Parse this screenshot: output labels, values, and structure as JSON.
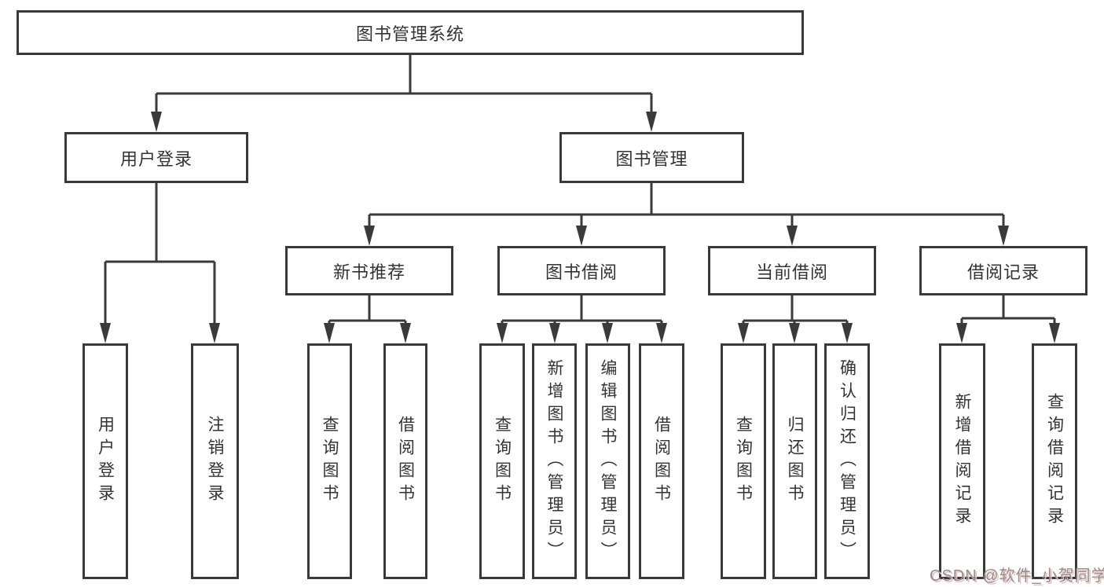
{
  "diagram": {
    "root": {
      "label": "图书管理系统"
    },
    "branches": [
      {
        "label": "用户登录",
        "children": [
          {
            "label": "用户登录"
          },
          {
            "label": "注销登录"
          }
        ]
      },
      {
        "label": "图书管理",
        "children": [
          {
            "label": "新书推荐",
            "children": [
              {
                "label": "查询图书"
              },
              {
                "label": "借阅图书"
              }
            ]
          },
          {
            "label": "图书借阅",
            "children": [
              {
                "label": "查询图书"
              },
              {
                "label": "新增图书（管理员）"
              },
              {
                "label": "编辑图书（管理员）"
              },
              {
                "label": "借阅图书"
              }
            ]
          },
          {
            "label": "当前借阅",
            "children": [
              {
                "label": "查询图书"
              },
              {
                "label": "归还图书"
              },
              {
                "label": "确认归还（管理员）"
              }
            ]
          },
          {
            "label": "借阅记录",
            "children": [
              {
                "label": "新增借阅记录"
              },
              {
                "label": "查询借阅记录"
              }
            ]
          }
        ]
      }
    ]
  },
  "watermark": {
    "text": "CSDN @软件_小贺同学"
  },
  "colors": {
    "line": "#3a3a3a",
    "text": "#333333",
    "background": "#ffffff",
    "watermark_gray": "#8f8f8f",
    "watermark_pink": "#f0bdbd"
  }
}
